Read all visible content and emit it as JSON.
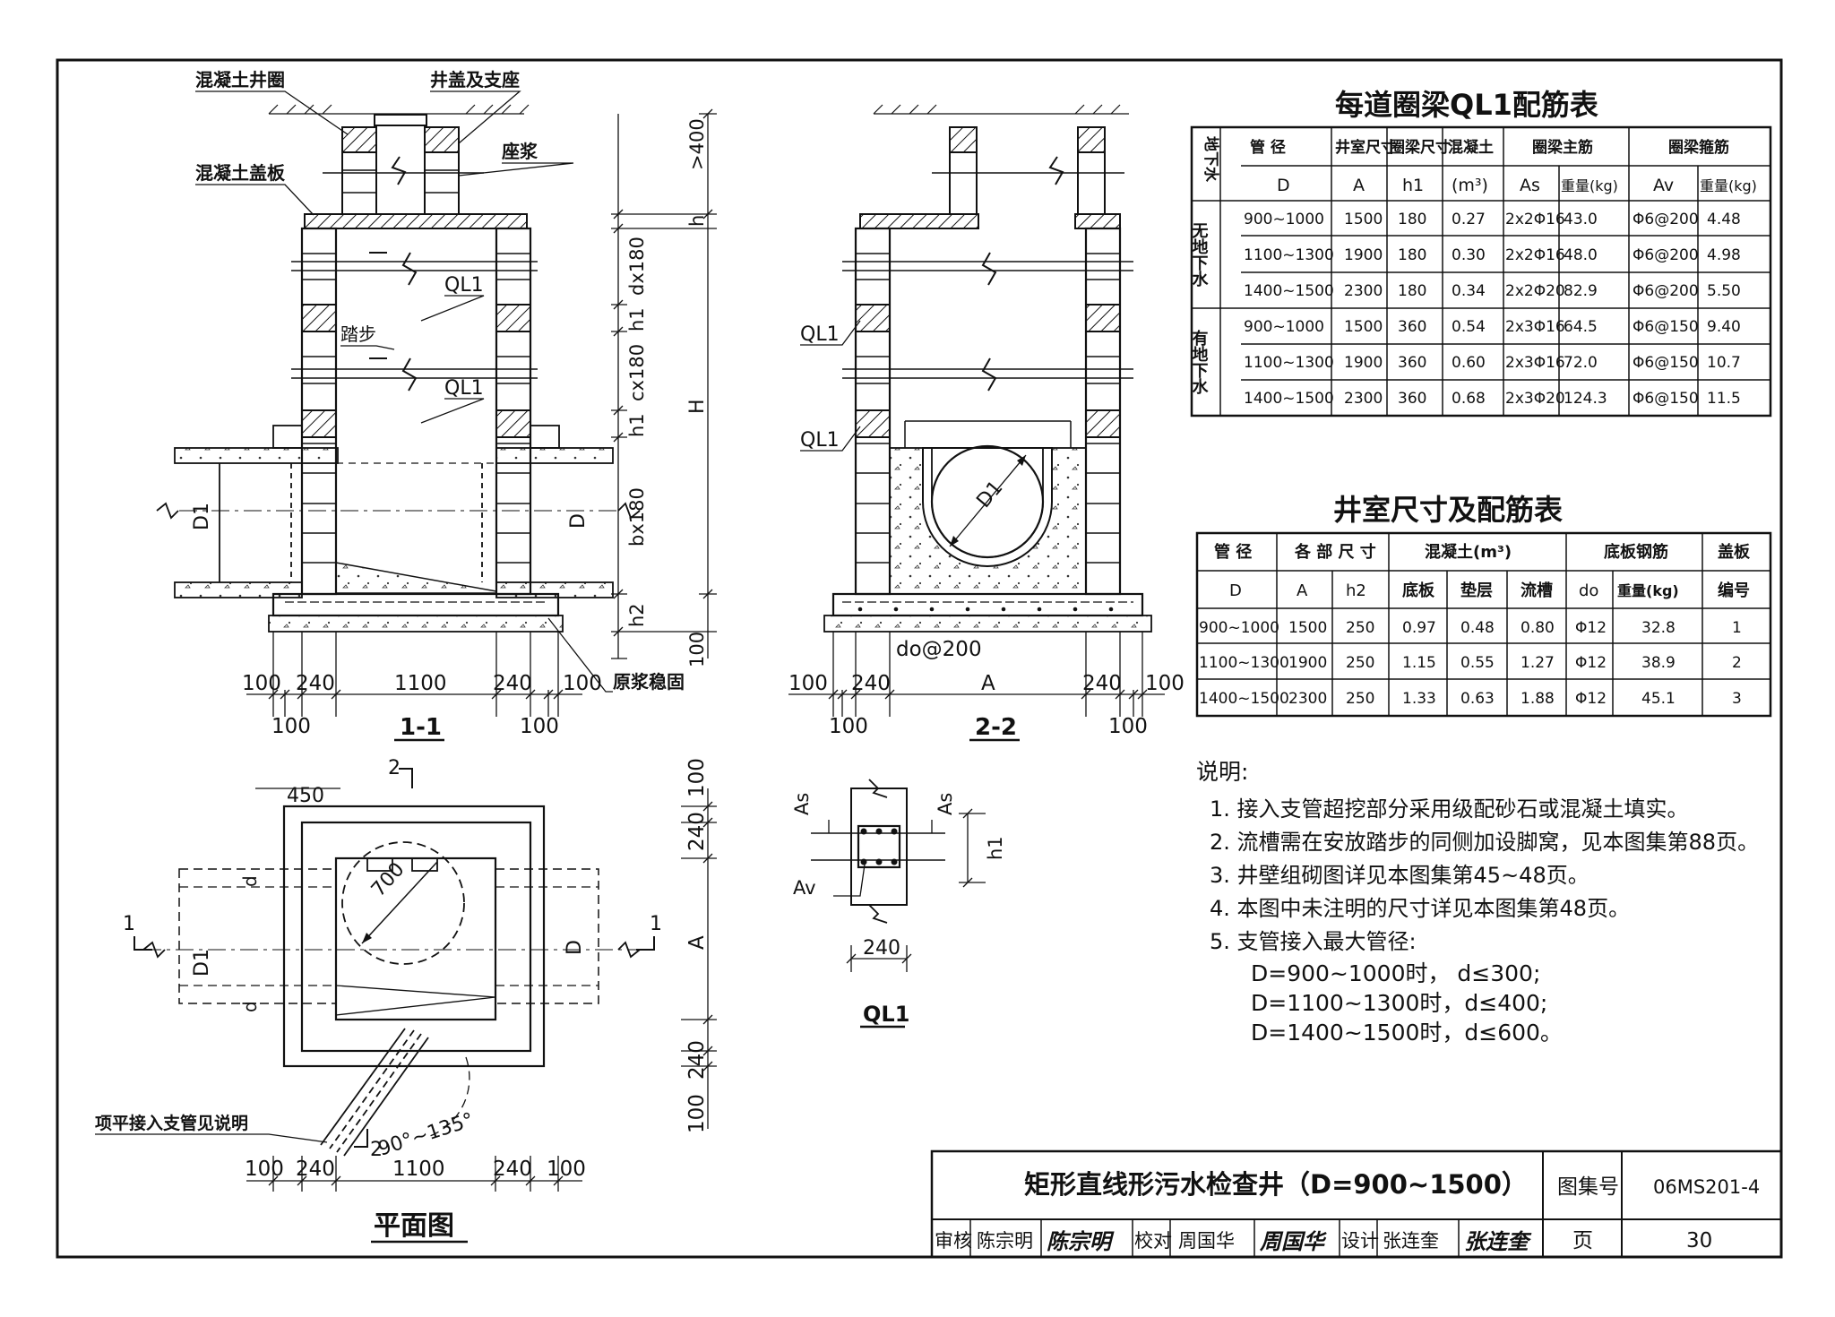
{
  "drawing": {
    "labels": {
      "concrete_ring": "混凝土井圈",
      "cover_seat": "井盖及支座",
      "mortar": "座浆",
      "concrete_slab": "混凝土盖板",
      "step": "踏步",
      "ql1": "QL1",
      "d1": "D1",
      "d": "D",
      "d1_circle": "D1",
      "orig_slurry": "原浆稳固",
      "do_spacing": "do@200",
      "flush_branch": "项平接入支管见说明",
      "angle": "90°~135°",
      "as": "As",
      "av": "Av",
      "h1": "h1",
      "a": "A",
      "h": "H",
      "dim_700": "700",
      "dim_450": "450"
    },
    "dims": {
      "v_400": ">400",
      "v_h": "h",
      "v_dx180": "dx180",
      "v_h1a": "h1",
      "v_cx180": "cx180",
      "v_h1b": "h1",
      "v_bx180": "bx180",
      "v_h2": "h2",
      "v_100": "100",
      "s11_bottom": [
        "100",
        "240",
        "1100",
        "240",
        "100"
      ],
      "s11_bottom2": [
        "100",
        "100"
      ],
      "s22_bottom": [
        "100",
        "240",
        "A",
        "240",
        "100"
      ],
      "s22_bottom2": [
        "100",
        "100"
      ],
      "plan_v": [
        "100",
        "240",
        "A",
        "240",
        "100"
      ],
      "plan_bottom": [
        "100",
        "240",
        "1100",
        "240",
        "100"
      ],
      "ql1_width": "240",
      "plan_d_small": "d",
      "section_marks": [
        "1",
        "1",
        "2",
        "2"
      ]
    },
    "titles": {
      "section_11": "1-1",
      "section_22": "2-2",
      "plan": "平面图",
      "ql1": "QL1"
    }
  },
  "table1": {
    "title": "每道圈梁QL1配筋表",
    "head1": [
      "地下水",
      "管 径",
      "井室尺寸",
      "圈梁尺寸",
      "混凝土",
      "圈梁主筋",
      "圈梁箍筋"
    ],
    "head2": [
      "D",
      "A",
      "h1",
      "(m³)",
      "As",
      "重量(kg)",
      "Av",
      "重量(kg)"
    ],
    "groups": [
      "无地下水",
      "有地下水"
    ],
    "rows": [
      [
        "900~1000",
        "1500",
        "180",
        "0.27",
        "2x2Φ16",
        "43.0",
        "Φ6@200",
        "4.48"
      ],
      [
        "1100~1300",
        "1900",
        "180",
        "0.30",
        "2x2Φ16",
        "48.0",
        "Φ6@200",
        "4.98"
      ],
      [
        "1400~1500",
        "2300",
        "180",
        "0.34",
        "2x2Φ20",
        "82.9",
        "Φ6@200",
        "5.50"
      ],
      [
        "900~1000",
        "1500",
        "360",
        "0.54",
        "2x3Φ16",
        "64.5",
        "Φ6@150",
        "9.40"
      ],
      [
        "1100~1300",
        "1900",
        "360",
        "0.60",
        "2x3Φ16",
        "72.0",
        "Φ6@150",
        "10.7"
      ],
      [
        "1400~1500",
        "2300",
        "360",
        "0.68",
        "2x3Φ20",
        "124.3",
        "Φ6@150",
        "11.5"
      ]
    ]
  },
  "table2": {
    "title": "井室尺寸及配筋表",
    "head1": [
      "管 径",
      "各 部 尺 寸",
      "混凝土(m³)",
      "底板钢筋",
      "盖板"
    ],
    "head2": [
      "D",
      "A",
      "h2",
      "底板",
      "垫层",
      "流槽",
      "do",
      "重量(kg)",
      "编号"
    ],
    "rows": [
      [
        "900~1000",
        "1500",
        "250",
        "0.97",
        "0.48",
        "0.80",
        "Φ12",
        "32.8",
        "1"
      ],
      [
        "1100~1300",
        "1900",
        "250",
        "1.15",
        "0.55",
        "1.27",
        "Φ12",
        "38.9",
        "2"
      ],
      [
        "1400~1500",
        "2300",
        "250",
        "1.33",
        "0.63",
        "1.88",
        "Φ12",
        "45.1",
        "3"
      ]
    ]
  },
  "notes": {
    "title": "说明:",
    "items": [
      "1. 接入支管超挖部分采用级配砂石或混凝土填实。",
      "2. 流槽需在安放踏步的同侧加设脚窝，见本图集第88页。",
      "3. 井壁组砌图详见本图集第45~48页。",
      "4. 本图中未注明的尺寸详见本图集第48页。",
      "5. 支管接入最大管径:"
    ],
    "sub": [
      "D=900~1000时，  d≤300;",
      "D=1100~1300时，d≤400;",
      "D=1400~1500时，d≤600。"
    ]
  },
  "titleblock": {
    "title": "矩形直线形污水检查井（D=900~1500）",
    "atlas_label": "图集号",
    "atlas_no": "06MS201-4",
    "page_label": "页",
    "page_no": "30",
    "review_label": "审核",
    "reviewer": "陈宗明",
    "reviewer_sig": "陈宗明",
    "check_label": "校对",
    "checker": "周国华",
    "checker_sig": "周国华",
    "design_label": "设计",
    "designer": "张连奎",
    "designer_sig": "张连奎"
  }
}
